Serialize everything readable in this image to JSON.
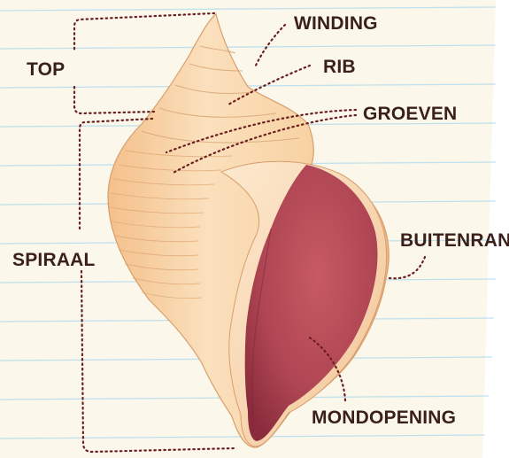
{
  "labels": {
    "top": "TOP",
    "winding": "WINDING",
    "rib": "RIB",
    "groeven": "GROEVEN",
    "spiraal": "SPIRAAL",
    "buitenrand": "BUITENRAND",
    "mondopening": "MONDOPENING"
  },
  "colors": {
    "paper": "#fbf7ea",
    "ruled_line": "#bfe0ee",
    "shell_light": "#fbe3c3",
    "shell_mid": "#f6c992",
    "shell_shadow": "#e9b483",
    "aperture": "#b84b56",
    "aperture_dark": "#8c2f3f",
    "leader": "#6b1e1e"
  }
}
